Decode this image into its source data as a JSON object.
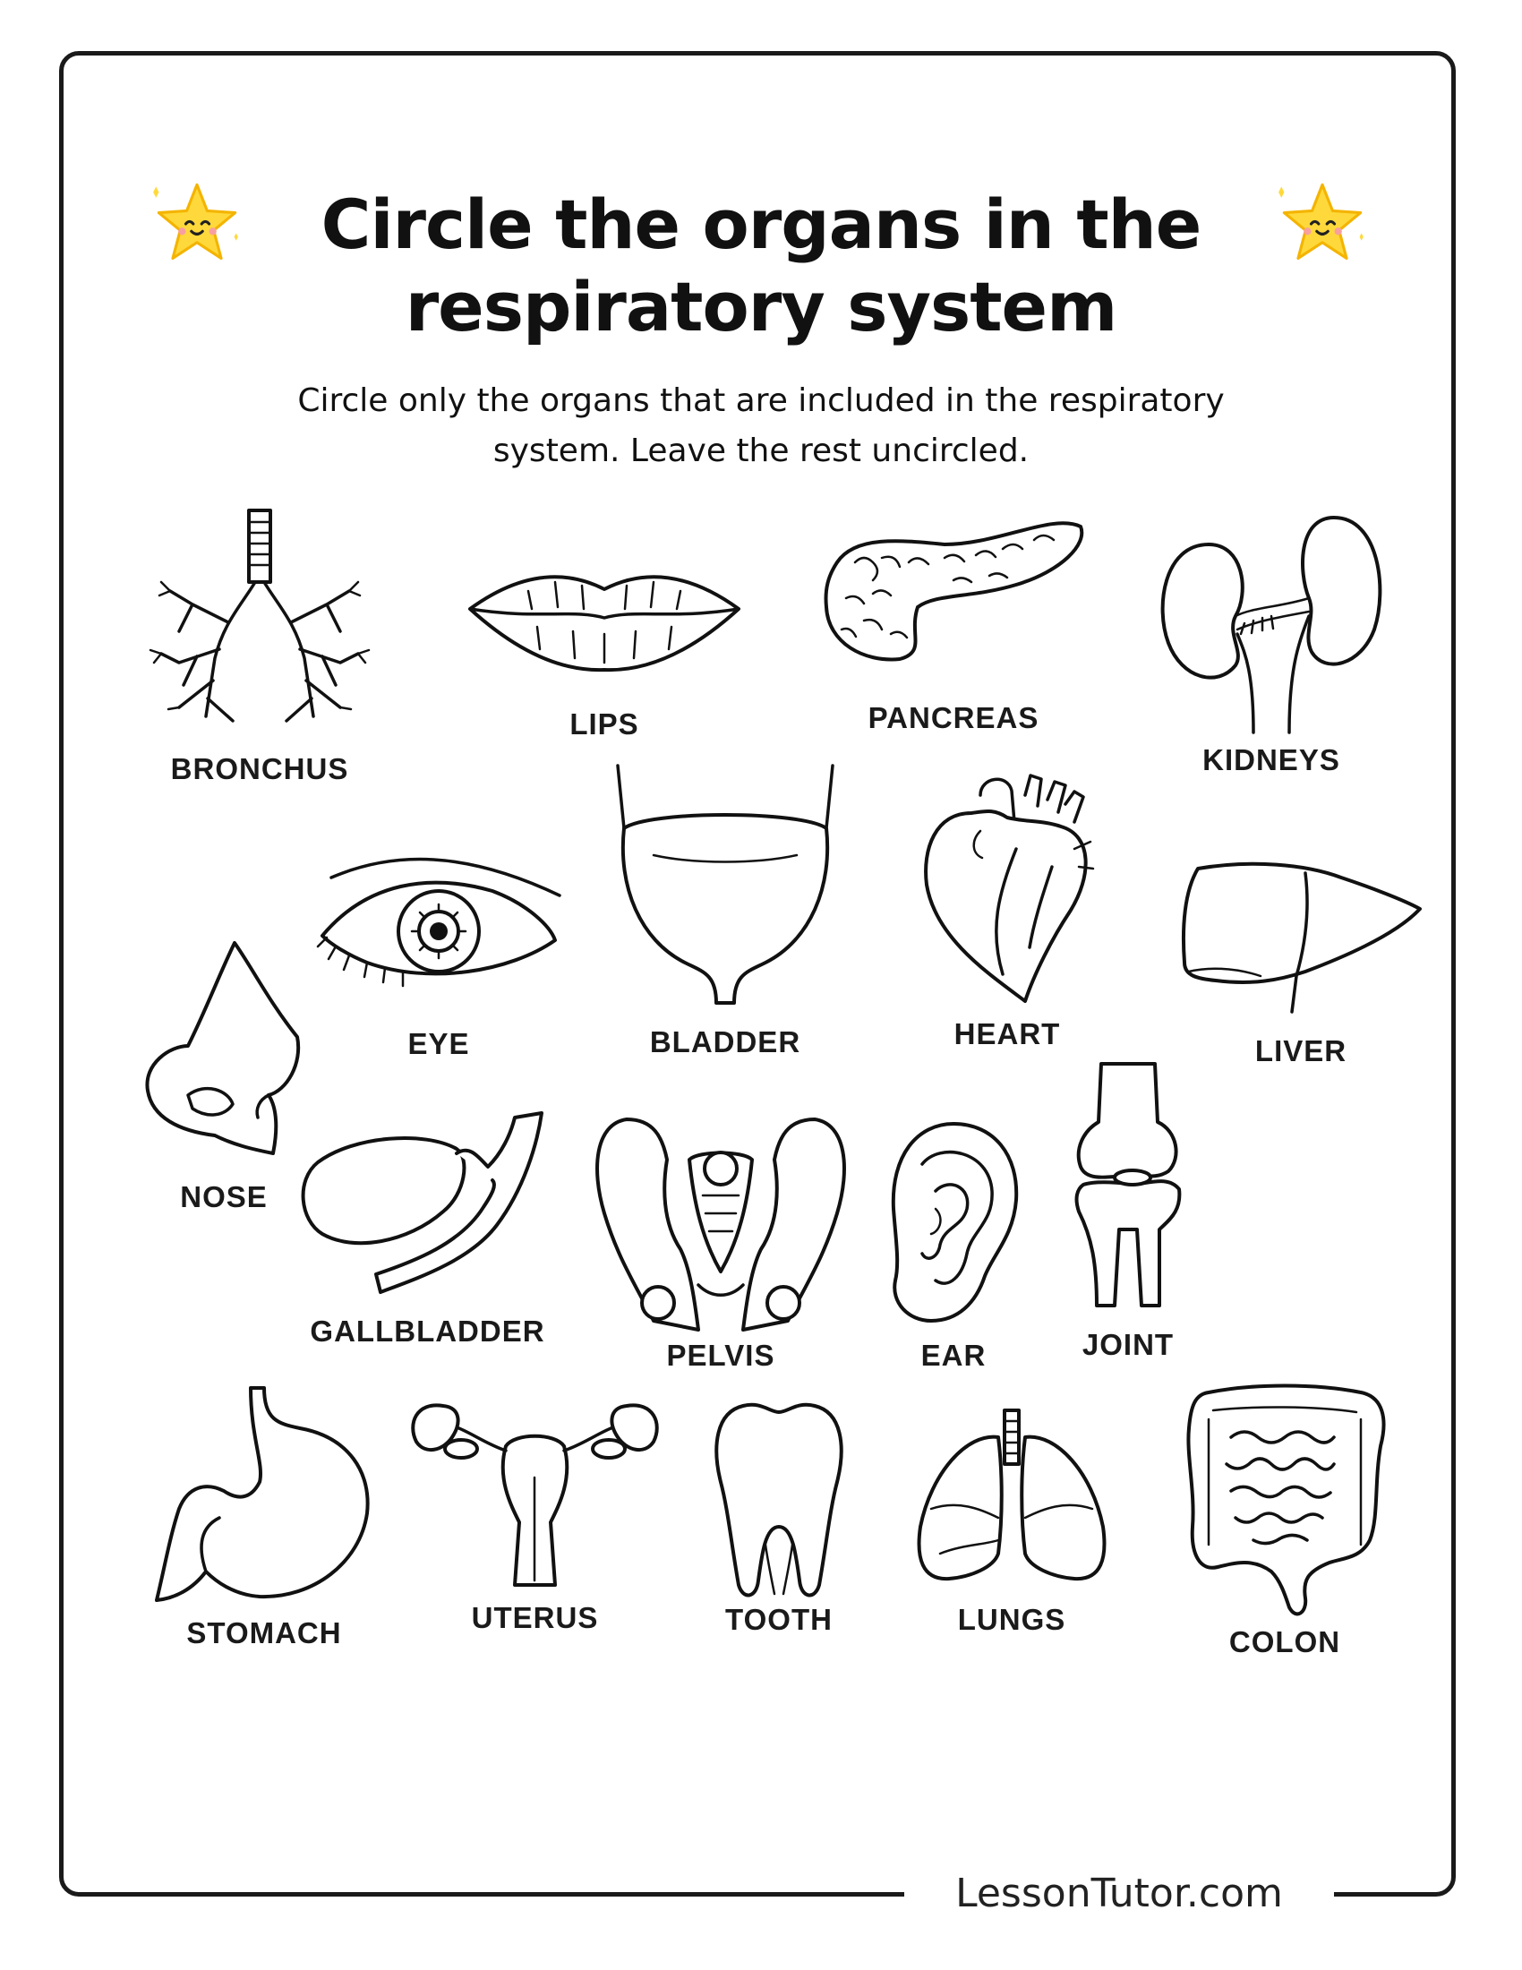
{
  "worksheet": {
    "title_line1": "Circle the organs in the",
    "title_line2": "respiratory system",
    "instructions_line1": "Circle only the organs that are included in the respiratory",
    "instructions_line2": "system. Leave the rest uncircled."
  },
  "organs": [
    {
      "id": "bronchus",
      "label": "BRONCHUS",
      "icon": "bronchus-icon"
    },
    {
      "id": "lips",
      "label": "LIPS",
      "icon": "lips-icon"
    },
    {
      "id": "pancreas",
      "label": "PANCREAS",
      "icon": "pancreas-icon"
    },
    {
      "id": "kidneys",
      "label": "KIDNEYS",
      "icon": "kidneys-icon"
    },
    {
      "id": "eye",
      "label": "EYE",
      "icon": "eye-icon"
    },
    {
      "id": "bladder",
      "label": "BLADDER",
      "icon": "bladder-icon"
    },
    {
      "id": "heart",
      "label": "HEART",
      "icon": "heart-icon"
    },
    {
      "id": "liver",
      "label": "LIVER",
      "icon": "liver-icon"
    },
    {
      "id": "nose",
      "label": "NOSE",
      "icon": "nose-icon"
    },
    {
      "id": "gallbladder",
      "label": "GALLBLADDER",
      "icon": "gallbladder-icon"
    },
    {
      "id": "pelvis",
      "label": "PELVIS",
      "icon": "pelvis-icon"
    },
    {
      "id": "ear",
      "label": "EAR",
      "icon": "ear-icon"
    },
    {
      "id": "joint",
      "label": "JOINT",
      "icon": "joint-icon"
    },
    {
      "id": "stomach",
      "label": "STOMACH",
      "icon": "stomach-icon"
    },
    {
      "id": "uterus",
      "label": "UTERUS",
      "icon": "uterus-icon"
    },
    {
      "id": "tooth",
      "label": "TOOTH",
      "icon": "tooth-icon"
    },
    {
      "id": "lungs",
      "label": "LUNGS",
      "icon": "lungs-icon"
    },
    {
      "id": "colon",
      "label": "COLON",
      "icon": "colon-icon"
    }
  ],
  "decorations": {
    "star_icon": "smiling-star-icon",
    "star_color": "#FFD93B"
  },
  "footer": {
    "brand": "LessonTutor.com"
  }
}
